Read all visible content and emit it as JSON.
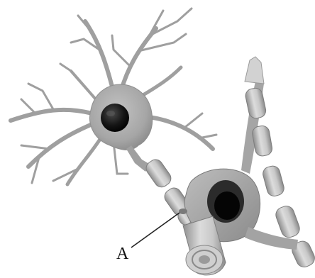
{
  "diagram": {
    "label_a": "A"
  },
  "colors": {
    "neuron_fill": "#a9a9a9",
    "neuron_shadow": "#7c7c7c",
    "nucleus_outer": "#3a3a3a",
    "nucleus_inner": "#0d0d0d",
    "myelin_light": "#d7d7d7",
    "myelin_mid": "#b8b8b8",
    "background": "#ffffff"
  },
  "icons": [
    "neuron-cell-body",
    "nucleus",
    "dendrite",
    "axon",
    "myelin-sheath",
    "schwann-cell",
    "pointer-line"
  ]
}
